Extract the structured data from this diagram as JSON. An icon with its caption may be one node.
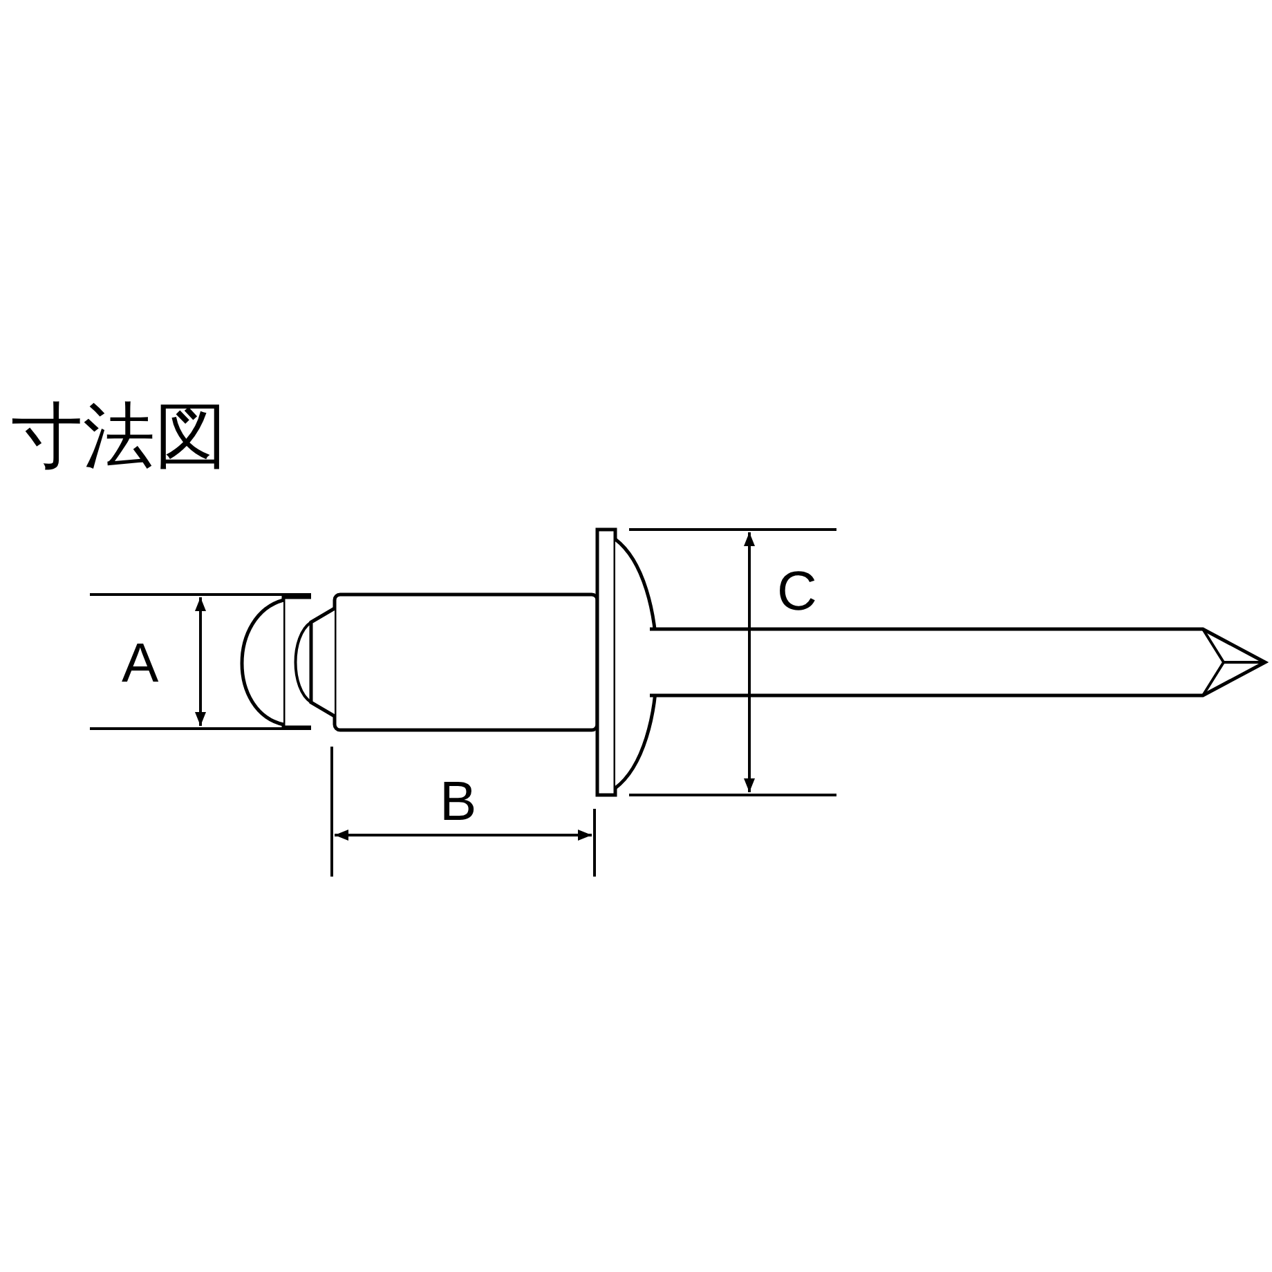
{
  "diagram": {
    "title": "寸法図",
    "labels": [
      "A",
      "B",
      "C"
    ]
  }
}
